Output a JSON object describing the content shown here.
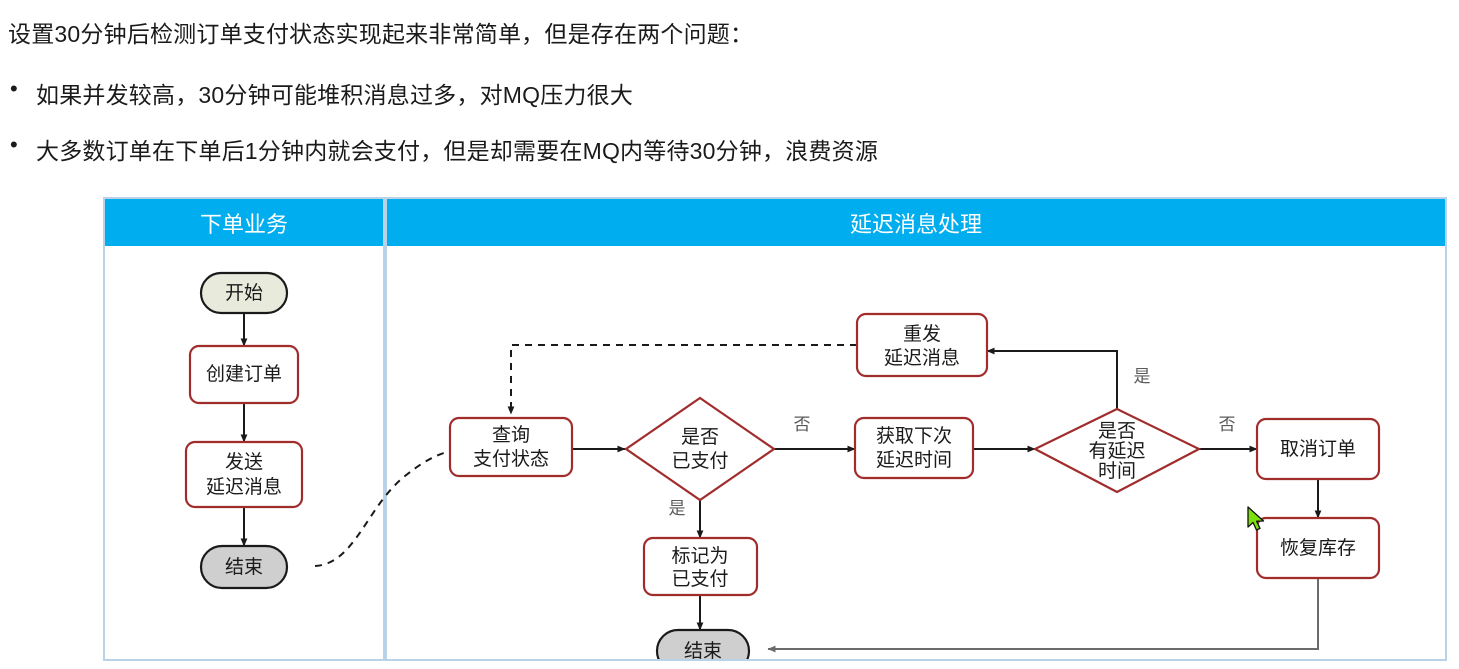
{
  "intro": {
    "lead": "设置30分钟后检测订单支付状态实现起来非常简单，但是存在两个问题：",
    "bullet_marker": "•",
    "bullets": [
      "如果并发较高，30分钟可能堆积消息过多，对MQ压力很大",
      "大多数订单在下单后1分钟内就会支付，但是却需要在MQ内等待30分钟，浪费资源"
    ]
  },
  "diagram": {
    "columns": [
      {
        "title": "下单业务"
      },
      {
        "title": "延迟消息处理"
      }
    ],
    "colors": {
      "header_bg": "#00ADEE",
      "header_text": "#FFFFFF",
      "panel_border": "#B9D2E8",
      "process_border": "#A02C2C",
      "terminal_start_fill": "#E8EBDC",
      "terminal_end_fill": "#CFCFCF",
      "edge": "#1A1A1A",
      "edge_label": "#5A5A5A"
    },
    "nodes": {
      "start": "开始",
      "create_order": "创建订单",
      "send_delay_msg_l1": "发送",
      "send_delay_msg_l2": "延迟消息",
      "end_left": "结束",
      "resend_l1": "重发",
      "resend_l2": "延迟消息",
      "query_l1": "查询",
      "query_l2": "支付状态",
      "paid_decision_l1": "是否",
      "paid_decision_l2": "已支付",
      "next_delay_l1": "获取下次",
      "next_delay_l2": "延迟时间",
      "has_delay_l1": "是否",
      "has_delay_l2": "有延迟",
      "has_delay_l3": "时间",
      "cancel_order": "取消订单",
      "restore_stock": "恢复库存",
      "mark_paid_l1": "标记为",
      "mark_paid_l2": "已支付",
      "end_right": "结束"
    },
    "edge_labels": {
      "paid_no": "否",
      "paid_yes": "是",
      "has_delay_yes": "是",
      "has_delay_no": "否"
    }
  },
  "cursor": {
    "icon": "mouse-pointer-icon"
  }
}
